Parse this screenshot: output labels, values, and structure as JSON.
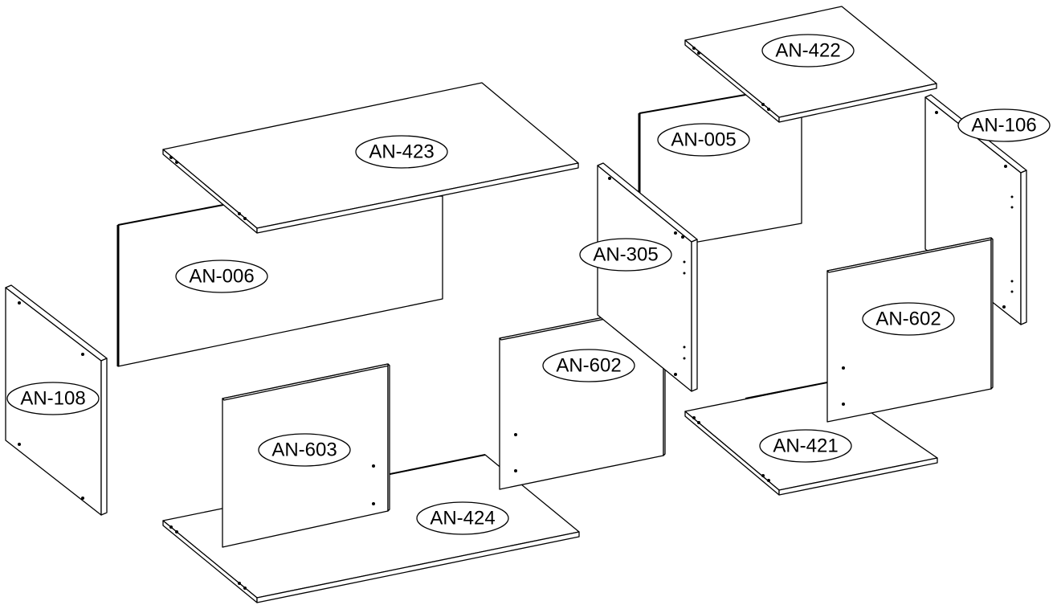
{
  "parts": [
    {
      "id": "top-left-upper",
      "label": "AN-423"
    },
    {
      "id": "back-left",
      "label": "AN-006"
    },
    {
      "id": "side-left",
      "label": "AN-108"
    },
    {
      "id": "door-left",
      "label": "AN-603"
    },
    {
      "id": "bottom-left",
      "label": "AN-424"
    },
    {
      "id": "door-middle",
      "label": "AN-602"
    },
    {
      "id": "top-right-upper",
      "label": "AN-422"
    },
    {
      "id": "back-right",
      "label": "AN-005"
    },
    {
      "id": "side-right",
      "label": "AN-106"
    },
    {
      "id": "side-middle",
      "label": "AN-305"
    },
    {
      "id": "door-right",
      "label": "AN-602"
    },
    {
      "id": "bottom-right",
      "label": "AN-421"
    }
  ]
}
